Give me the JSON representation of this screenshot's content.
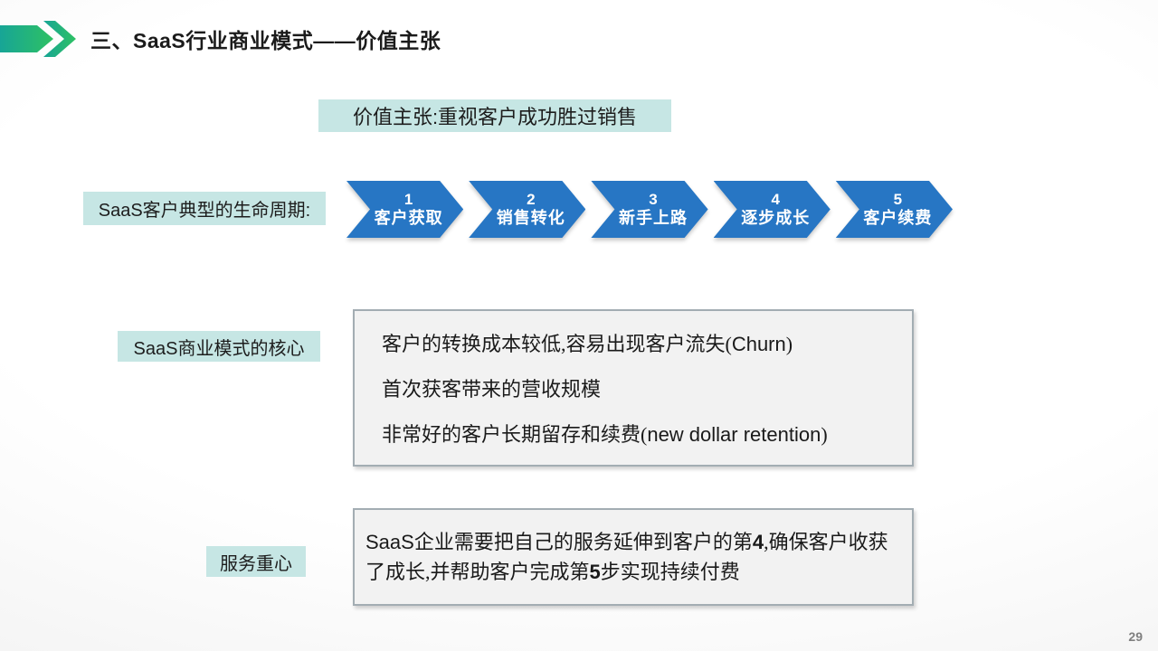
{
  "slide": {
    "title": "三、SaaS行业商业模式——价值主张",
    "page_number": "29"
  },
  "value_prop": {
    "text": "价值主张:重视客户成功胜过销售"
  },
  "lifecycle": {
    "label": "SaaS客户典型的生命周期:",
    "steps": [
      {
        "num": "1",
        "name": "客户获取"
      },
      {
        "num": "2",
        "name": "销售转化"
      },
      {
        "num": "3",
        "name": "新手上路"
      },
      {
        "num": "4",
        "name": "逐步成长"
      },
      {
        "num": "5",
        "name": "客户续费"
      }
    ]
  },
  "core": {
    "label": "SaaS商业模式的核心",
    "lines": [
      {
        "pre": "客户的转换成本较低,容易出现客户流失(",
        "latin": "Churn",
        "post": ")"
      },
      {
        "pre": "首次获客带来的营收规模",
        "latin": "",
        "post": ""
      },
      {
        "pre": "非常好的客户长期留存和续费(",
        "latin": "new dollar retention",
        "post": ")"
      }
    ]
  },
  "service": {
    "label": "服务重心",
    "parts": [
      {
        "t": "SaaS"
      },
      {
        "t": "企业需要把自己的服务延伸到客户的第"
      },
      {
        "t": "4"
      },
      {
        "t": ",确保客户收获了成长,并帮助客户完成第"
      },
      {
        "t": "5"
      },
      {
        "t": "步实现持续付费"
      }
    ]
  },
  "colors": {
    "arrow_blue": "#2776C4",
    "label_bg": "#C6E6E4",
    "box_bg": "#F2F2F2",
    "box_border": "#A3ADB3",
    "deco_teal": "#17A596",
    "deco_green": "#2EC163"
  }
}
